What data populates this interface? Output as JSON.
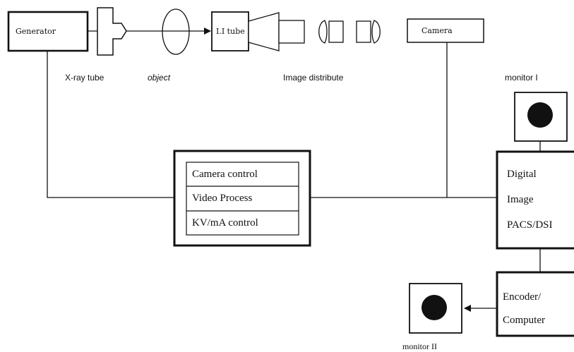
{
  "diagram": {
    "blocks": {
      "generator": "Generator",
      "ii_tube": "I.I tube",
      "camera": "Camera",
      "control_unit": {
        "rows": [
          "Camera control",
          "Video Process",
          "KV/mA control"
        ]
      },
      "digital_image": {
        "lines": [
          "Digital",
          "Image",
          "PACS/DSI"
        ]
      },
      "encoder": {
        "lines": [
          "Encoder/",
          "Computer"
        ]
      }
    },
    "captions": {
      "xray_tube": "X-ray tube",
      "object": "object",
      "image_distribute": "Image distribute",
      "monitor_1": "monitor I",
      "monitor_2": "monitor II"
    },
    "edges": [
      {
        "from": "generator",
        "to": "ii_tube",
        "label": ""
      },
      {
        "from": "generator",
        "to": "control_unit",
        "label": ""
      },
      {
        "from": "control_unit",
        "to": "digital_image",
        "label": ""
      },
      {
        "from": "camera",
        "to": "digital_image",
        "label": ""
      },
      {
        "from": "monitor_1",
        "to": "digital_image",
        "label": ""
      },
      {
        "from": "digital_image",
        "to": "encoder",
        "label": ""
      },
      {
        "from": "encoder",
        "to": "monitor_2",
        "label": ""
      }
    ]
  }
}
